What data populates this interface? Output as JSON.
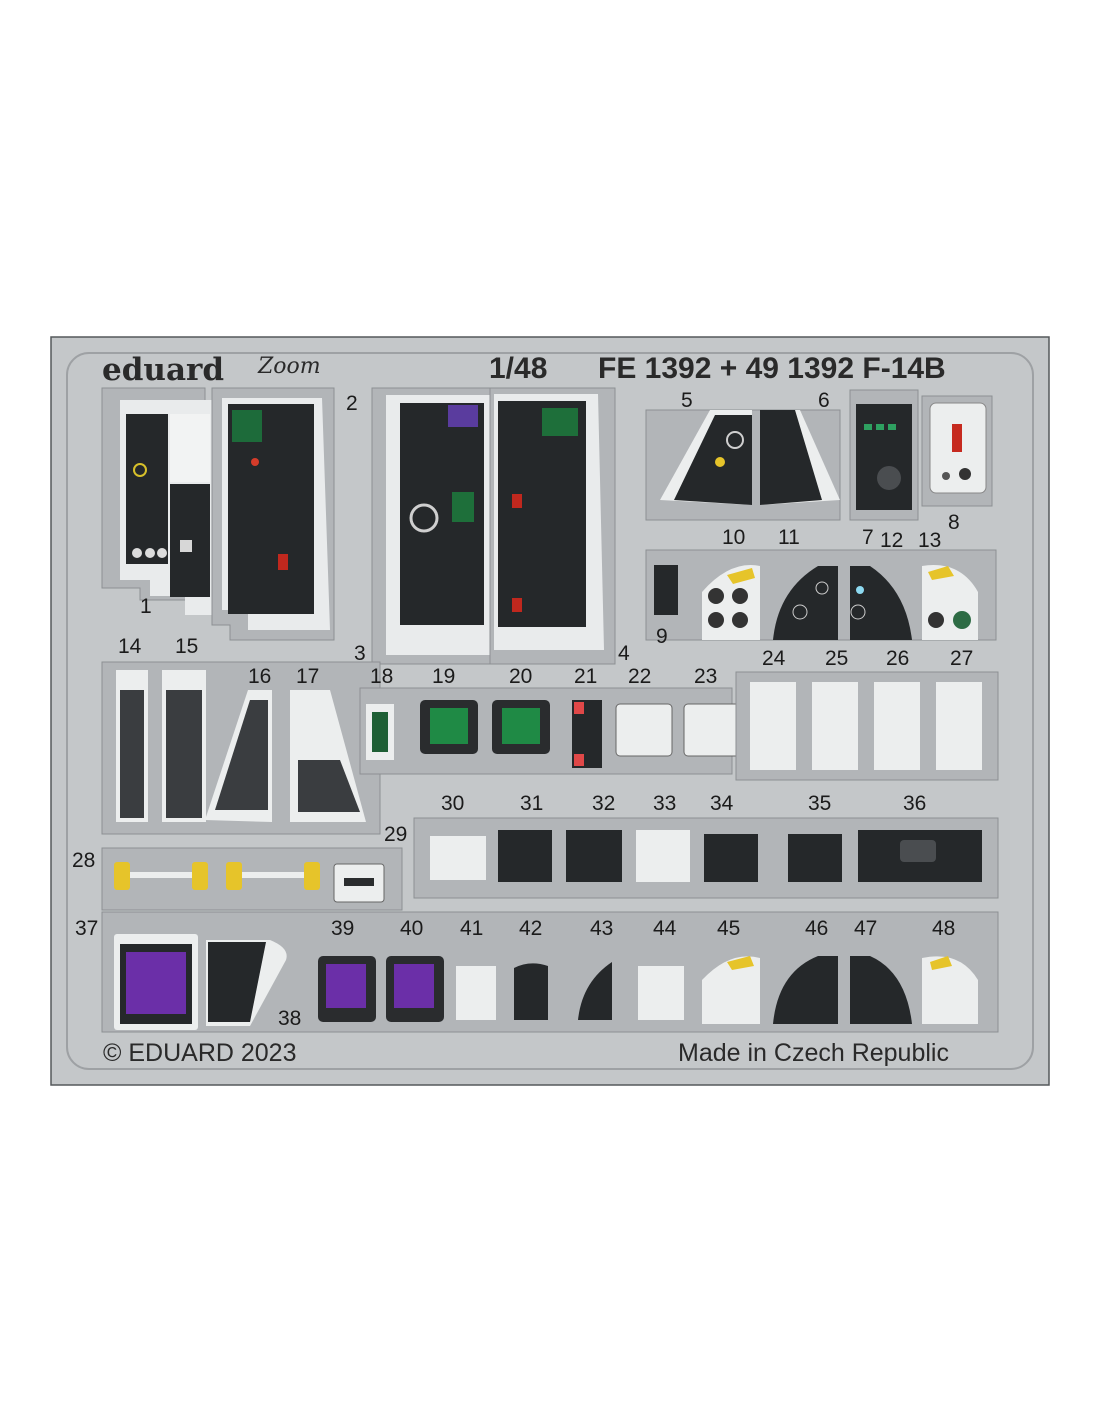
{
  "header": {
    "brand": "eduard",
    "logo_text": "Zoom",
    "scale": "1/48",
    "set_code": "FE 1392 + 49 1392 F-14B"
  },
  "footer": {
    "copyright": "© EDUARD 2023",
    "origin": "Made in Czech Republic"
  },
  "part_numbers": [
    "1",
    "2",
    "3",
    "4",
    "5",
    "6",
    "7",
    "8",
    "9",
    "10",
    "11",
    "12",
    "13",
    "14",
    "15",
    "16",
    "17",
    "18",
    "19",
    "20",
    "21",
    "22",
    "23",
    "24",
    "25",
    "26",
    "27",
    "28",
    "29",
    "30",
    "31",
    "32",
    "33",
    "34",
    "35",
    "36",
    "37",
    "38",
    "39",
    "40",
    "41",
    "42",
    "43",
    "44",
    "45",
    "46",
    "47",
    "48"
  ],
  "colors": {
    "fret": "#c0c3c5",
    "fret_edge": "#6e7174",
    "panel": "#25282a",
    "panel_light": "#eceeee",
    "screen_green": "#1f8a45",
    "screen_purple": "#6b2fa8",
    "warning_yellow": "#e6c42a"
  }
}
